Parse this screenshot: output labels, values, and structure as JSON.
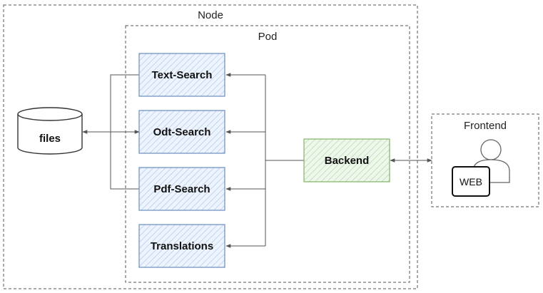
{
  "node": {
    "label": "Node"
  },
  "pod": {
    "label": "Pod"
  },
  "frontend": {
    "label": "Frontend",
    "web_label": "WEB"
  },
  "storage": {
    "label": "files"
  },
  "services": [
    {
      "label": "Text-Search"
    },
    {
      "label": "Odt-Search"
    },
    {
      "label": "Pdf-Search"
    },
    {
      "label": "Translations"
    }
  ],
  "backend": {
    "label": "Backend"
  },
  "colors": {
    "service_fill": "#dae8fc",
    "service_stroke": "#6c8ebf",
    "backend_fill": "#d5e8d4",
    "backend_stroke": "#82b366",
    "frame_stroke": "#555555",
    "connector": "#555555"
  }
}
